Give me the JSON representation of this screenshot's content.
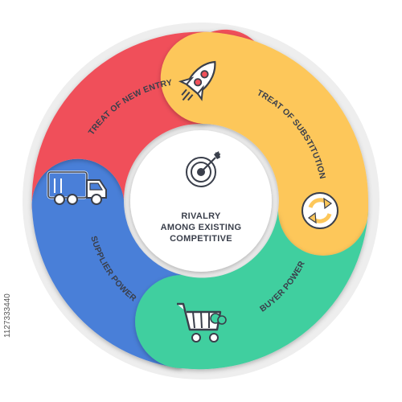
{
  "segments": [
    {
      "id": "new-entry",
      "label": "TREAT OF NEW ENTRY",
      "color": "#f0505a",
      "icon": "rocket-icon"
    },
    {
      "id": "substitution",
      "label": "TREAT OF SUBSTITUTION",
      "color": "#fdc75a",
      "icon": "refresh-cycle-icon"
    },
    {
      "id": "buyer",
      "label": "BUYER POWER",
      "color": "#3fcf9f",
      "icon": "shopping-cart-icon"
    },
    {
      "id": "supplier",
      "label": "SUPPLIER POWER",
      "color": "#4a7fd8",
      "icon": "delivery-truck-icon"
    }
  ],
  "center": {
    "lines": [
      "RIVALRY",
      "AMONG EXISTING",
      "COMPETITIVE"
    ],
    "icon": "target-arrow-icon"
  },
  "side_id": "1127333440",
  "colors": {
    "text": "#3a3f4b",
    "center_bg": "#ffffff"
  }
}
